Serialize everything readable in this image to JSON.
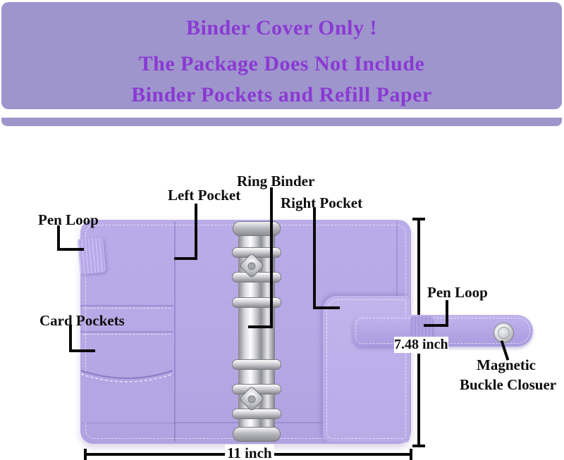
{
  "banner": {
    "line1": "Binder Cover Only !",
    "line2": "The Package Does Not Include",
    "line3": "Binder Pockets and Refill Paper"
  },
  "callouts": {
    "pen_loop_left": "Pen Loop",
    "left_pocket": "Left Pocket",
    "ring_binder": "Ring Binder",
    "right_pocket": "Right Pocket",
    "card_pockets": "Card Pockets",
    "pen_loop_right": "Pen Loop",
    "magnetic_line1": "Magnetic",
    "magnetic_line2": "Buckle Closuer"
  },
  "dimensions": {
    "height_label": "7.48 inch",
    "width_label": "11 inch"
  },
  "colors": {
    "banner_bg": "#9f95cd",
    "banner_text": "#8a3ad2",
    "cover_purple": "#b6a9e5",
    "pocket_purple": "#bdb0ea",
    "metal_silver": "#c9cad0",
    "callout_black": "#0a0a0a"
  }
}
